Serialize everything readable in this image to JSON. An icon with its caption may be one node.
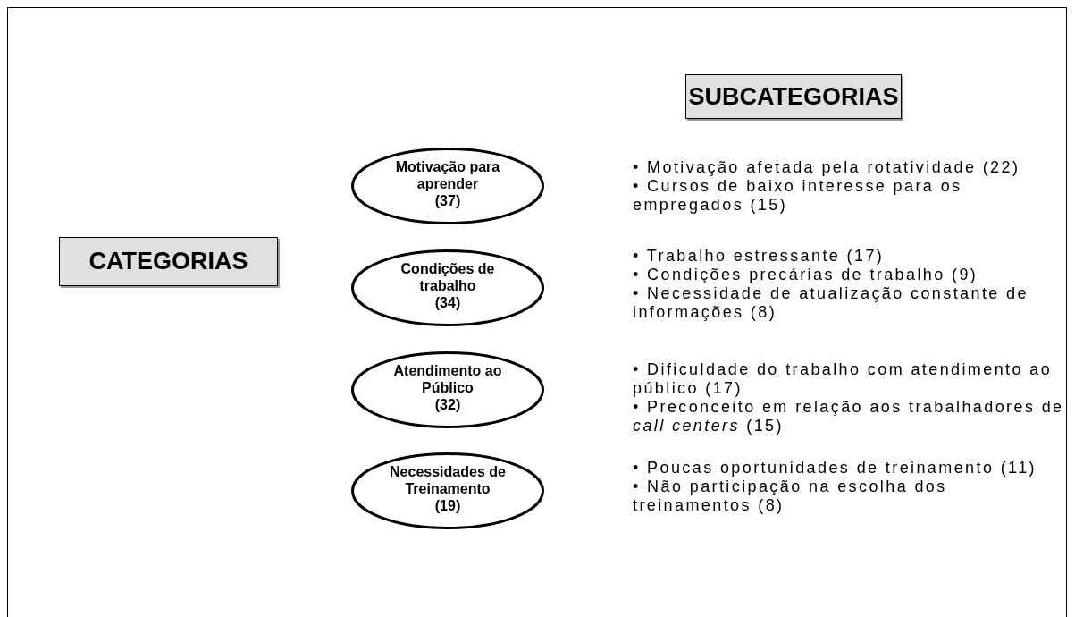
{
  "diagram": {
    "nodes": [
      {
        "text": [
          "SUBCATEGORIAS"
        ]
      },
      {
        "text": [
          "CATEGORIAS"
        ]
      },
      {
        "text": [
          "Motivação para aprender",
          "(37)"
        ],
        "beside": [
          "• Motivação afetada pela rotatividade (22)",
          "• Cursos de baixo interesse para os empregados (15)"
        ]
      },
      {
        "text": [
          "Condições de trabalho",
          "(34)"
        ],
        "beside": [
          "• Trabalho estressante (17)",
          "• Condições precárias de trabalho (9)",
          "• Necessidade de atualização constante de informações (8)"
        ]
      },
      {
        "text": [
          "Atendimento ao Público",
          "(32)"
        ],
        "beside": [
          "• Dificuldade do trabalho com atendimento ao público (17)",
          "• Preconceito em relação aos trabalhadores de *call centers* (15)"
        ]
      },
      {
        "text": [
          "Necessidades de Treinamento",
          "(19)"
        ],
        "beside": [
          "• Poucas oportunidades de treinamento (11)",
          "• Não participação na escolha dos treinamentos (8)"
        ]
      }
    ],
    "edges": []
  }
}
